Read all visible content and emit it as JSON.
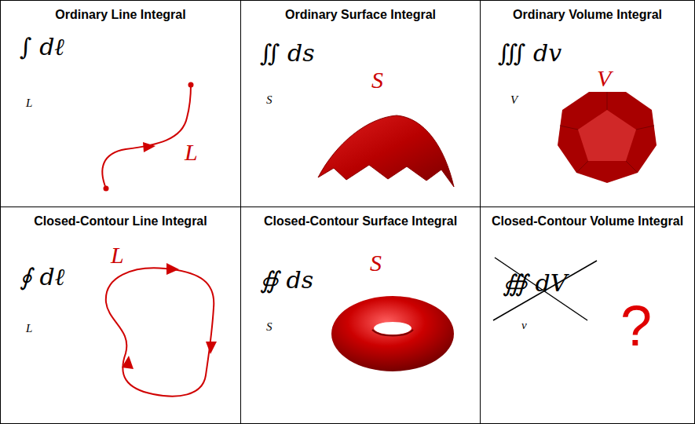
{
  "diagram": {
    "nodes": [
      {
        "text": [
          "Ordinary Line Integral",
          "∫ dℓ",
          "L",
          "L"
        ]
      },
      {
        "text": [
          "Ordinary Surface Integral",
          "∬ ds",
          "S",
          "S"
        ]
      },
      {
        "text": [
          "Ordinary Volume Integral",
          "∭ dv",
          "V",
          "V"
        ]
      },
      {
        "text": [
          "Closed-Contour Line Integral",
          "∮ dℓ",
          "L",
          "L"
        ]
      },
      {
        "text": [
          "Closed-Contour Surface Integral",
          "∯ ds",
          "S",
          "S"
        ]
      },
      {
        "text": [
          "Closed-Contour Volume Integral",
          "∰ dV",
          "v",
          "?"
        ]
      }
    ]
  }
}
